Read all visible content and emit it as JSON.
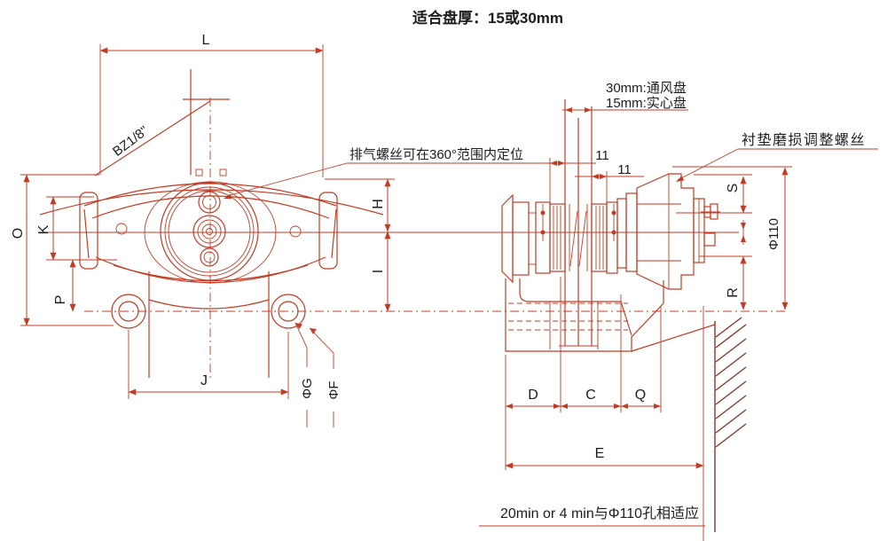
{
  "title": "适合盘厚：15或30mm",
  "colors": {
    "line_red": "#c43b22",
    "wall_dark": "#8a3424",
    "text": "#1d1d1d",
    "background": "#ffffff"
  },
  "annotations": {
    "disc30": "30mm:通风盘",
    "disc15": "15mm:实心盘",
    "pad_wear_screw": "衬垫磨损调整螺丝",
    "bleed_screw": "排气螺丝可在360°范围内定位",
    "fit_note": "20min or 4 min与Φ110孔相适应",
    "thread_port": "BZ1/8\""
  },
  "dims": {
    "L": "L",
    "O": "O",
    "K": "K",
    "P": "P",
    "H": "H",
    "I": "I",
    "J": "J",
    "phiG": "ΦG",
    "phiF": "ΦF",
    "pad_left": "11",
    "pad_right": "11",
    "D": "D",
    "C": "C",
    "Q": "Q",
    "E": "E",
    "S": "S",
    "R": "R",
    "bore": "Φ110"
  }
}
